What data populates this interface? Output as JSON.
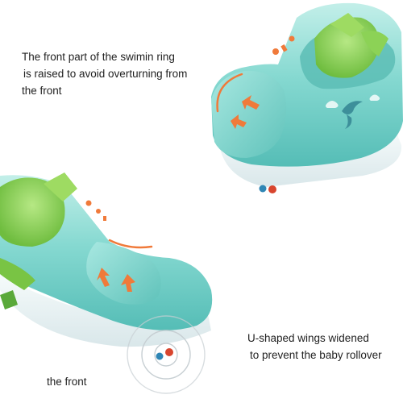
{
  "captions": {
    "top_lines": [
      "The front part of the swimin ring",
      "is raised to avoid overturning from",
      "the front"
    ],
    "right_lines": [
      "U-shaped wings widened",
      "to prevent the baby rollover"
    ],
    "front_label": "the front"
  },
  "colors": {
    "ring_body": "#7ed6cf",
    "ring_dark": "#4fb8b2",
    "ring_light": "#c9f1ec",
    "seat_green": "#7cc94a",
    "accent_orange": "#f07a3a",
    "bottom_white": "#eef6f7"
  }
}
